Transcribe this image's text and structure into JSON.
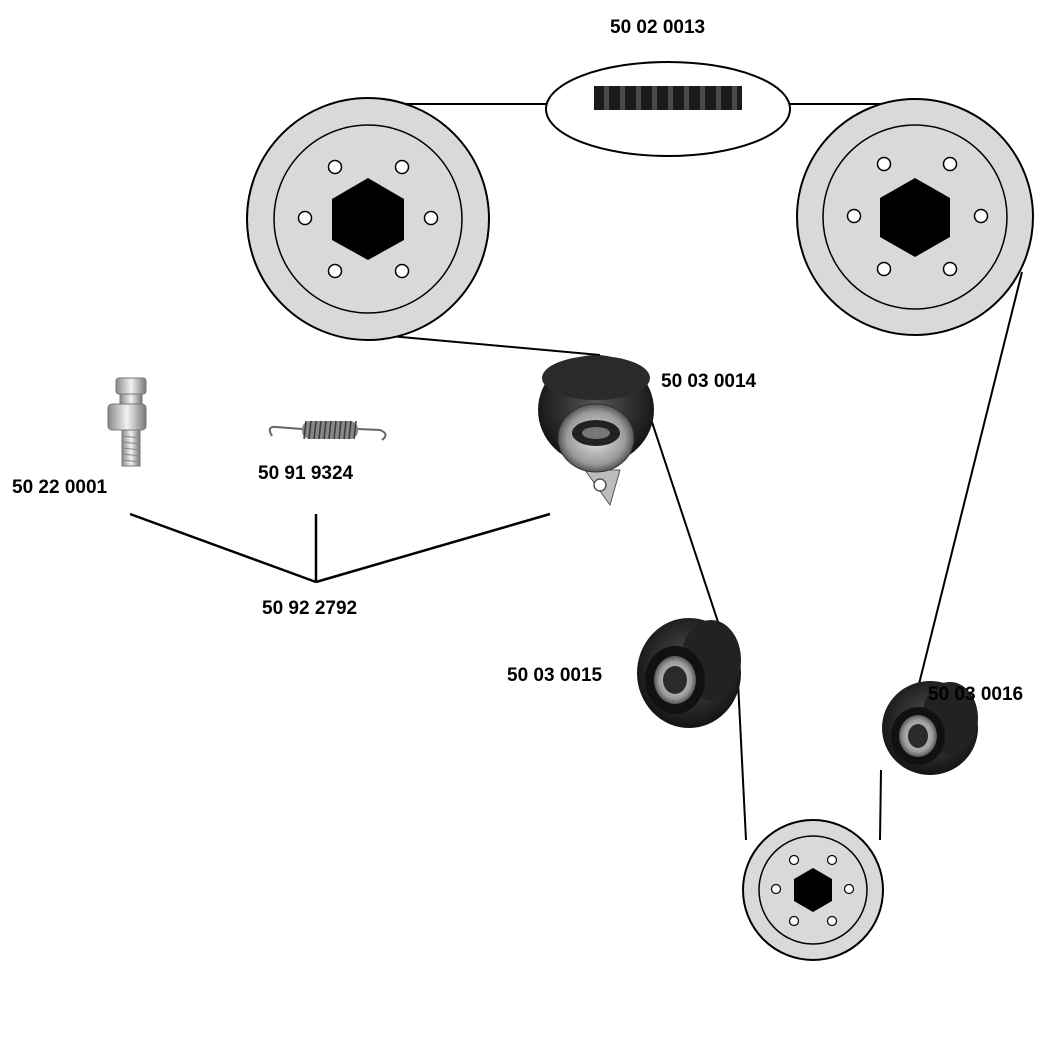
{
  "diagram": {
    "belt_part": "50 02 0013",
    "tensioner_part": "50 03 0014",
    "idler_left_part": "50 03 0015",
    "idler_right_part": "50 03 0016",
    "bolt_part": "50 22 0001",
    "spring_part": "50 91 9324",
    "kit_part": "50 92 2792"
  },
  "colors": {
    "pulley_fill": "#d9d9d9",
    "outline": "#000000",
    "roller_dark": "#1a1a1a",
    "background": "#ffffff"
  }
}
